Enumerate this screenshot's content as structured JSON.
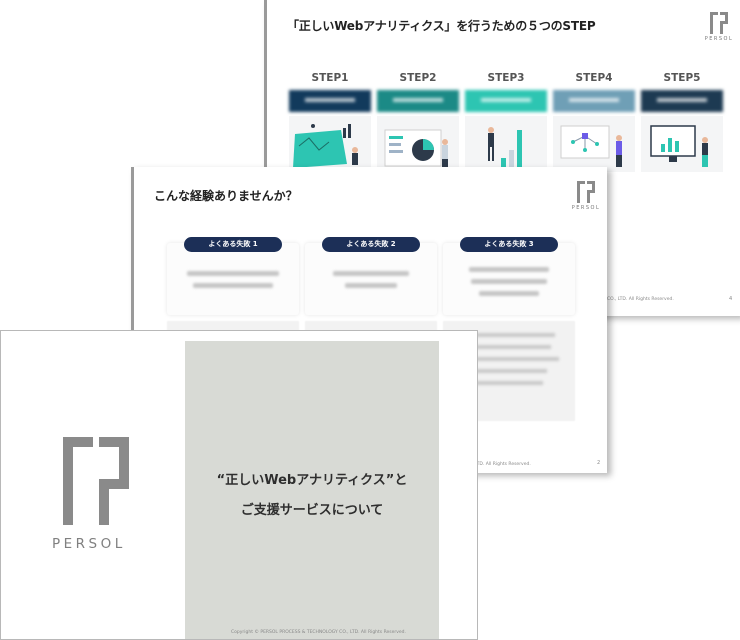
{
  "back_slide": {
    "title": "「正しいWebアナリティクス」を行うための５つのSTEP",
    "logo_text": "PERSOL",
    "footer": "CO., LTD. All Rights Reserved.",
    "page_number": "4",
    "steps": [
      {
        "label": "STEP1",
        "bar_color": "#123a5c"
      },
      {
        "label": "STEP2",
        "bar_color": "#1b8a86"
      },
      {
        "label": "STEP3",
        "bar_color": "#2dc5b2"
      },
      {
        "label": "STEP4",
        "bar_color": "#6f9fb6"
      },
      {
        "label": "STEP5",
        "bar_color": "#1d3a52"
      }
    ]
  },
  "middle_slide": {
    "title": "こんな経験ありませんか？",
    "logo_text": "PERSOL",
    "footer": "CO., LTD. All Rights Reserved.",
    "page_number": "2",
    "fails": [
      {
        "label": "よくある失敗 1"
      },
      {
        "label": "よくある失敗 2"
      },
      {
        "label": "よくある失敗 3"
      }
    ]
  },
  "front_slide": {
    "logo_text": "PERSOL",
    "title_line1": "“正しいWebアナリティクス”と",
    "title_line2": "ご支援サービスについて",
    "footer": "Copyright © PERSOL PROCESS & TECHNOLOGY CO., LTD. All Rights Reserved."
  },
  "colors": {
    "navy": "#1c2f57",
    "teal": "#2dc5b2",
    "logo_gray": "#8a8a8a",
    "panel_gray": "#d8dad5"
  }
}
